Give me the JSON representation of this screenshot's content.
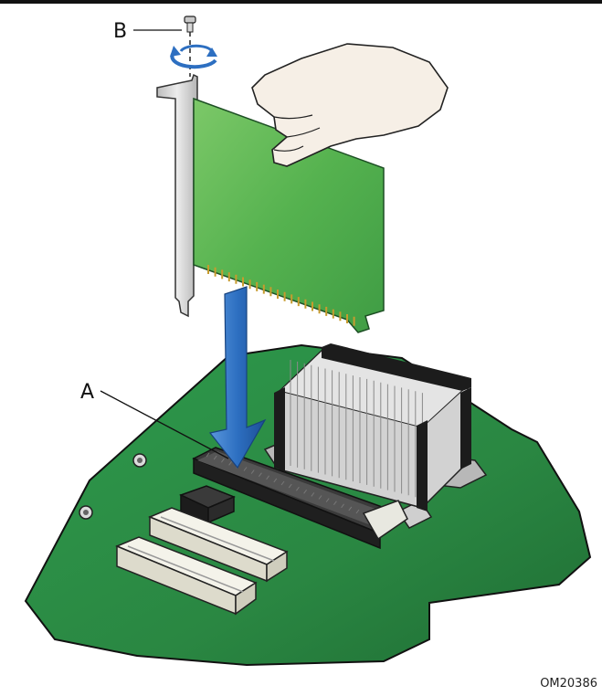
{
  "figure": {
    "callouts": {
      "a": "A",
      "b": "B"
    },
    "figure_id": "OM20386",
    "colors": {
      "board": "#2f8a45",
      "board_dark": "#1e6b33",
      "card": "#5fb85a",
      "arrow": "#2d6fc1",
      "heatsink": "#c9c9c9",
      "slot_dark": "#2b2b2b",
      "slot_light": "#efeee3",
      "bracket": "#d4d4d4"
    }
  }
}
